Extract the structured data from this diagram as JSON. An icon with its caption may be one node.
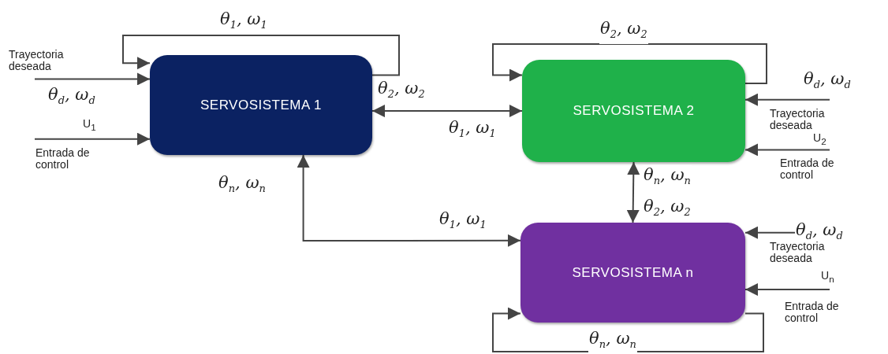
{
  "diagram": {
    "nodes": [
      {
        "text": [
          "SERVOSISTEMA 1"
        ]
      },
      {
        "text": [
          "SERVOSISTEMA 2"
        ]
      },
      {
        "text": [
          "SERVOSISTEMA n"
        ]
      }
    ],
    "edges": [
      {
        "from": 0,
        "to": 0,
        "arrow": "to",
        "label": "θ$_{1}$, ω$_{1}$"
      },
      {
        "from": null,
        "to": 0,
        "arrow": "to",
        "label": "Trayectoria deseada"
      },
      {
        "from": null,
        "to": 0,
        "arrow": "to",
        "label": "U$_{1}$"
      },
      {
        "from": 0,
        "to": 1,
        "arrow": "both",
        "label": "θ$_{2}$, ω$_{2}$"
      },
      {
        "from": 1,
        "to": 1,
        "arrow": "to",
        "label": "θ$_{2}$, ω$_{2}$"
      },
      {
        "from": null,
        "to": 1,
        "arrow": "to",
        "label": "θ$_{d}$, ω$_{d}$"
      },
      {
        "from": null,
        "to": 1,
        "arrow": "to",
        "label": "U$_{2}$"
      },
      {
        "from": 0,
        "to": 2,
        "arrow": "both",
        "label": "θ$_{n}$, ω$_{n}$"
      },
      {
        "from": 1,
        "to": 2,
        "arrow": "both",
        "label": "θ$_{n}$, ω$_{n}$"
      },
      {
        "from": null,
        "to": 2,
        "arrow": "to",
        "label": "θ$_{d}$, ω$_{d}$"
      },
      {
        "from": null,
        "to": 2,
        "arrow": "to",
        "label": "U$_{n}$"
      },
      {
        "from": 2,
        "to": 2,
        "arrow": "to",
        "label": "θ$_{n}$, ω$_{n}$"
      }
    ],
    "labels": [
      "θ$_{d}$, ω$_{d}$",
      "Entrada de control",
      "θ$_{1}$, ω$_{1}$",
      "Trayectoria deseada",
      "Entrada de control",
      "θ$_{2}$, ω$_{2}$",
      "θ$_{1}$, ω$_{1}$",
      "Trayectoria deseada",
      "Entrada de control"
    ]
  }
}
